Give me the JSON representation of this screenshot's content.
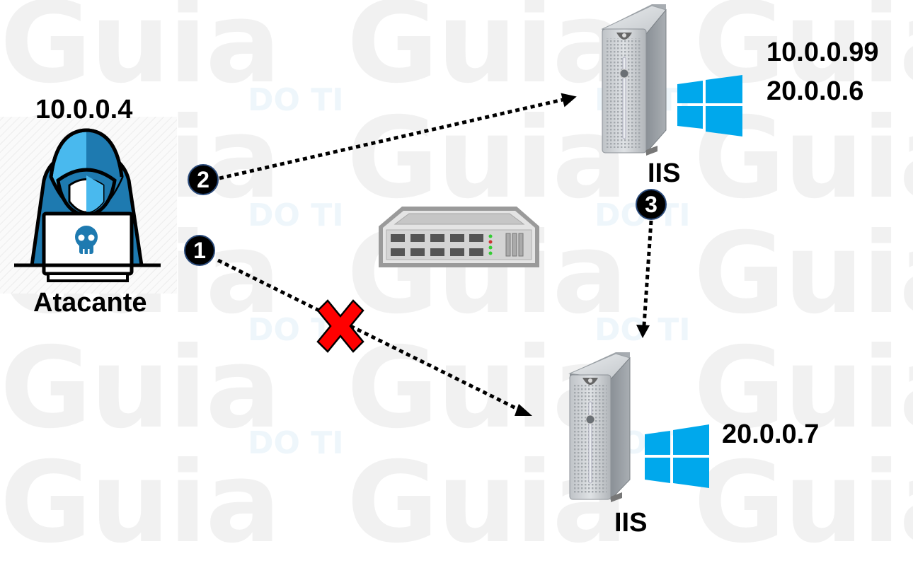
{
  "watermark": {
    "primary": "Guia",
    "secondary": "DO TI"
  },
  "attacker": {
    "ip": "10.0.0.4",
    "label": "Atacante",
    "icon": "hacker-icon"
  },
  "server_top": {
    "ips": [
      "10.0.0.99",
      "20.0.0.6"
    ],
    "label": "IIS",
    "icon": "server-icon",
    "os_icon": "windows-logo-icon"
  },
  "server_bottom": {
    "ips": [
      "20.0.0.7"
    ],
    "label": "IIS",
    "icon": "server-icon",
    "os_icon": "windows-logo-icon"
  },
  "switch": {
    "icon": "network-switch-icon"
  },
  "steps": [
    {
      "number": "1",
      "from": "attacker",
      "to": "server_bottom",
      "blocked": true
    },
    {
      "number": "2",
      "from": "attacker",
      "to": "server_top",
      "blocked": false
    },
    {
      "number": "3",
      "from": "server_top",
      "to": "server_bottom",
      "blocked": false
    }
  ],
  "colors": {
    "accent_blue": "#1e88c8",
    "light_blue": "#4fc3f7",
    "windows_blue": "#00a8ec",
    "block_red": "#ff0000",
    "watermark": "#f1f1f1"
  }
}
